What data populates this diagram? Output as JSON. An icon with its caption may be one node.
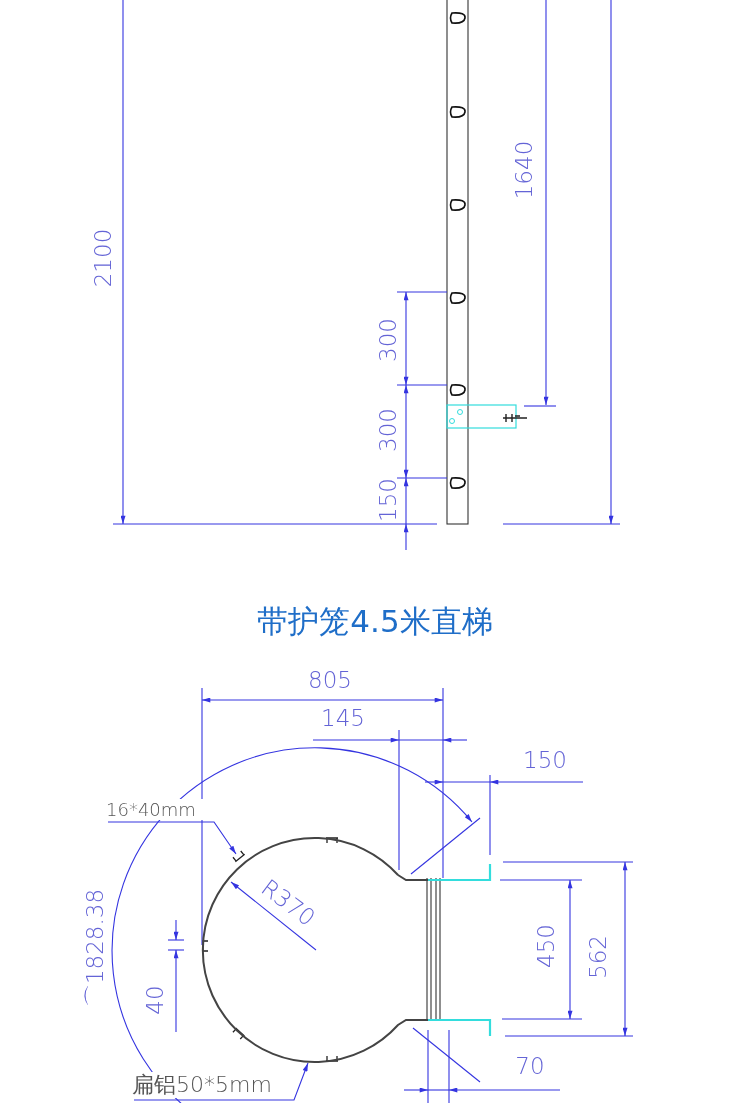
{
  "diagram": {
    "title": "带护笼4.5米直梯",
    "nodes": [
      {
        "text": [
          "16*40mm"
        ]
      },
      {
        "text": [
          "**扁铝**50*5mm"
        ]
      },
      {
        "text": [],
        "shape": "circle"
      }
    ],
    "edges": [
      {
        "from": 0,
        "to": 2,
        "arrow": "to"
      },
      {
        "from": 1,
        "to": 2,
        "arrow": "to"
      }
    ],
    "labels": [
      "1640",
      "2100",
      "300",
      "300",
      "150",
      "805",
      "145",
      "150",
      "R370",
      "⌒1828.38",
      "40",
      "450",
      "562",
      "70"
    ]
  }
}
